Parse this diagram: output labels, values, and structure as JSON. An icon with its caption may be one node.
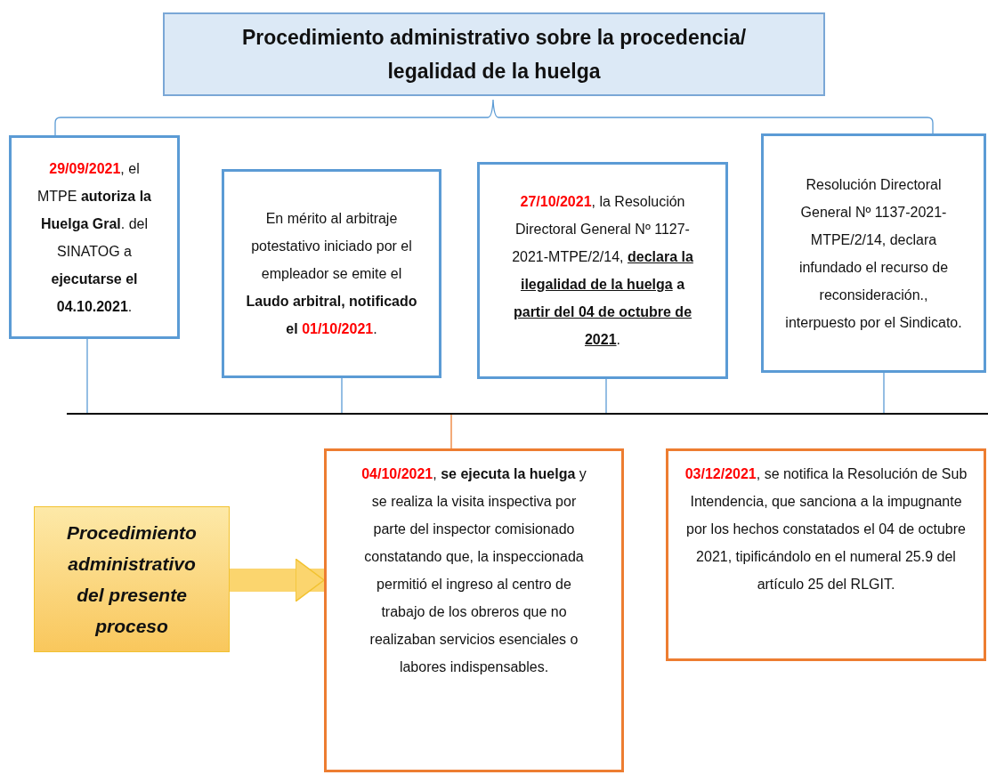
{
  "diagram": {
    "nodes": [
      {
        "text": [
          "Procedimiento administrativo sobre la procedencia/ legalidad de la huelga"
        ]
      },
      {
        "text": [
          "**29/09/2021**, el MTPE **autoriza la Huelga Gral**. del SINATOG a **ejecutarse el 04.10.2021**."
        ]
      },
      {
        "text": [
          "En mérito al arbitraje potestativo iniciado por el empleador se emite el **Laudo arbitral, notificado el** **01/10/2021**."
        ]
      },
      {
        "text": [
          "**27/10/2021**, la Resolución Directoral General Nº 1127-2021-MTPE/2/14, **declara la ilegalidad de la huelga** **a** **partir del 04 de octubre de 2021**."
        ]
      },
      {
        "text": [
          "Resolución Directoral General Nº 1137-2021-MTPE/2/14, declara infundado el recurso de reconsideración., interpuesto por el Sindicato."
        ]
      },
      {
        "text": [
          "**04/10/2021**, **se ejecuta la huelga** y se realiza la visita inspectiva por parte del inspector comisionado constatando que, la inspeccionada permitió el ingreso al centro de trabajo de los obreros que no realizaban servicios esenciales o labores indispensables."
        ]
      },
      {
        "text": [
          "**03/12/2021**, se notifica la Resolución de Sub Intendencia, que sanciona a la impugnante por los hechos constatados el 04 de octubre 2021, tipificándolo en el numeral 25.9 del artículo 25 del RLGIT."
        ]
      },
      {
        "text": [
          "Procedimiento administrativo del presente proceso"
        ]
      },
      {
        "text": [],
        "shape": "bar"
      }
    ],
    "edges": [
      {
        "from": 1,
        "to": 8,
        "arrow": "none",
        "color": "#5b9bd5"
      },
      {
        "from": 2,
        "to": 8,
        "arrow": "none",
        "color": "#5b9bd5"
      },
      {
        "from": 3,
        "to": 8,
        "arrow": "none",
        "color": "#5b9bd5"
      },
      {
        "from": 4,
        "to": 8,
        "arrow": "none",
        "color": "#5b9bd5"
      },
      {
        "from": 5,
        "to": 8,
        "arrow": "none",
        "color": "#ed7d31"
      },
      {
        "from": 7,
        "to": 5,
        "arrow": "to",
        "style": "thick",
        "color": "#fbd56e"
      }
    ]
  }
}
